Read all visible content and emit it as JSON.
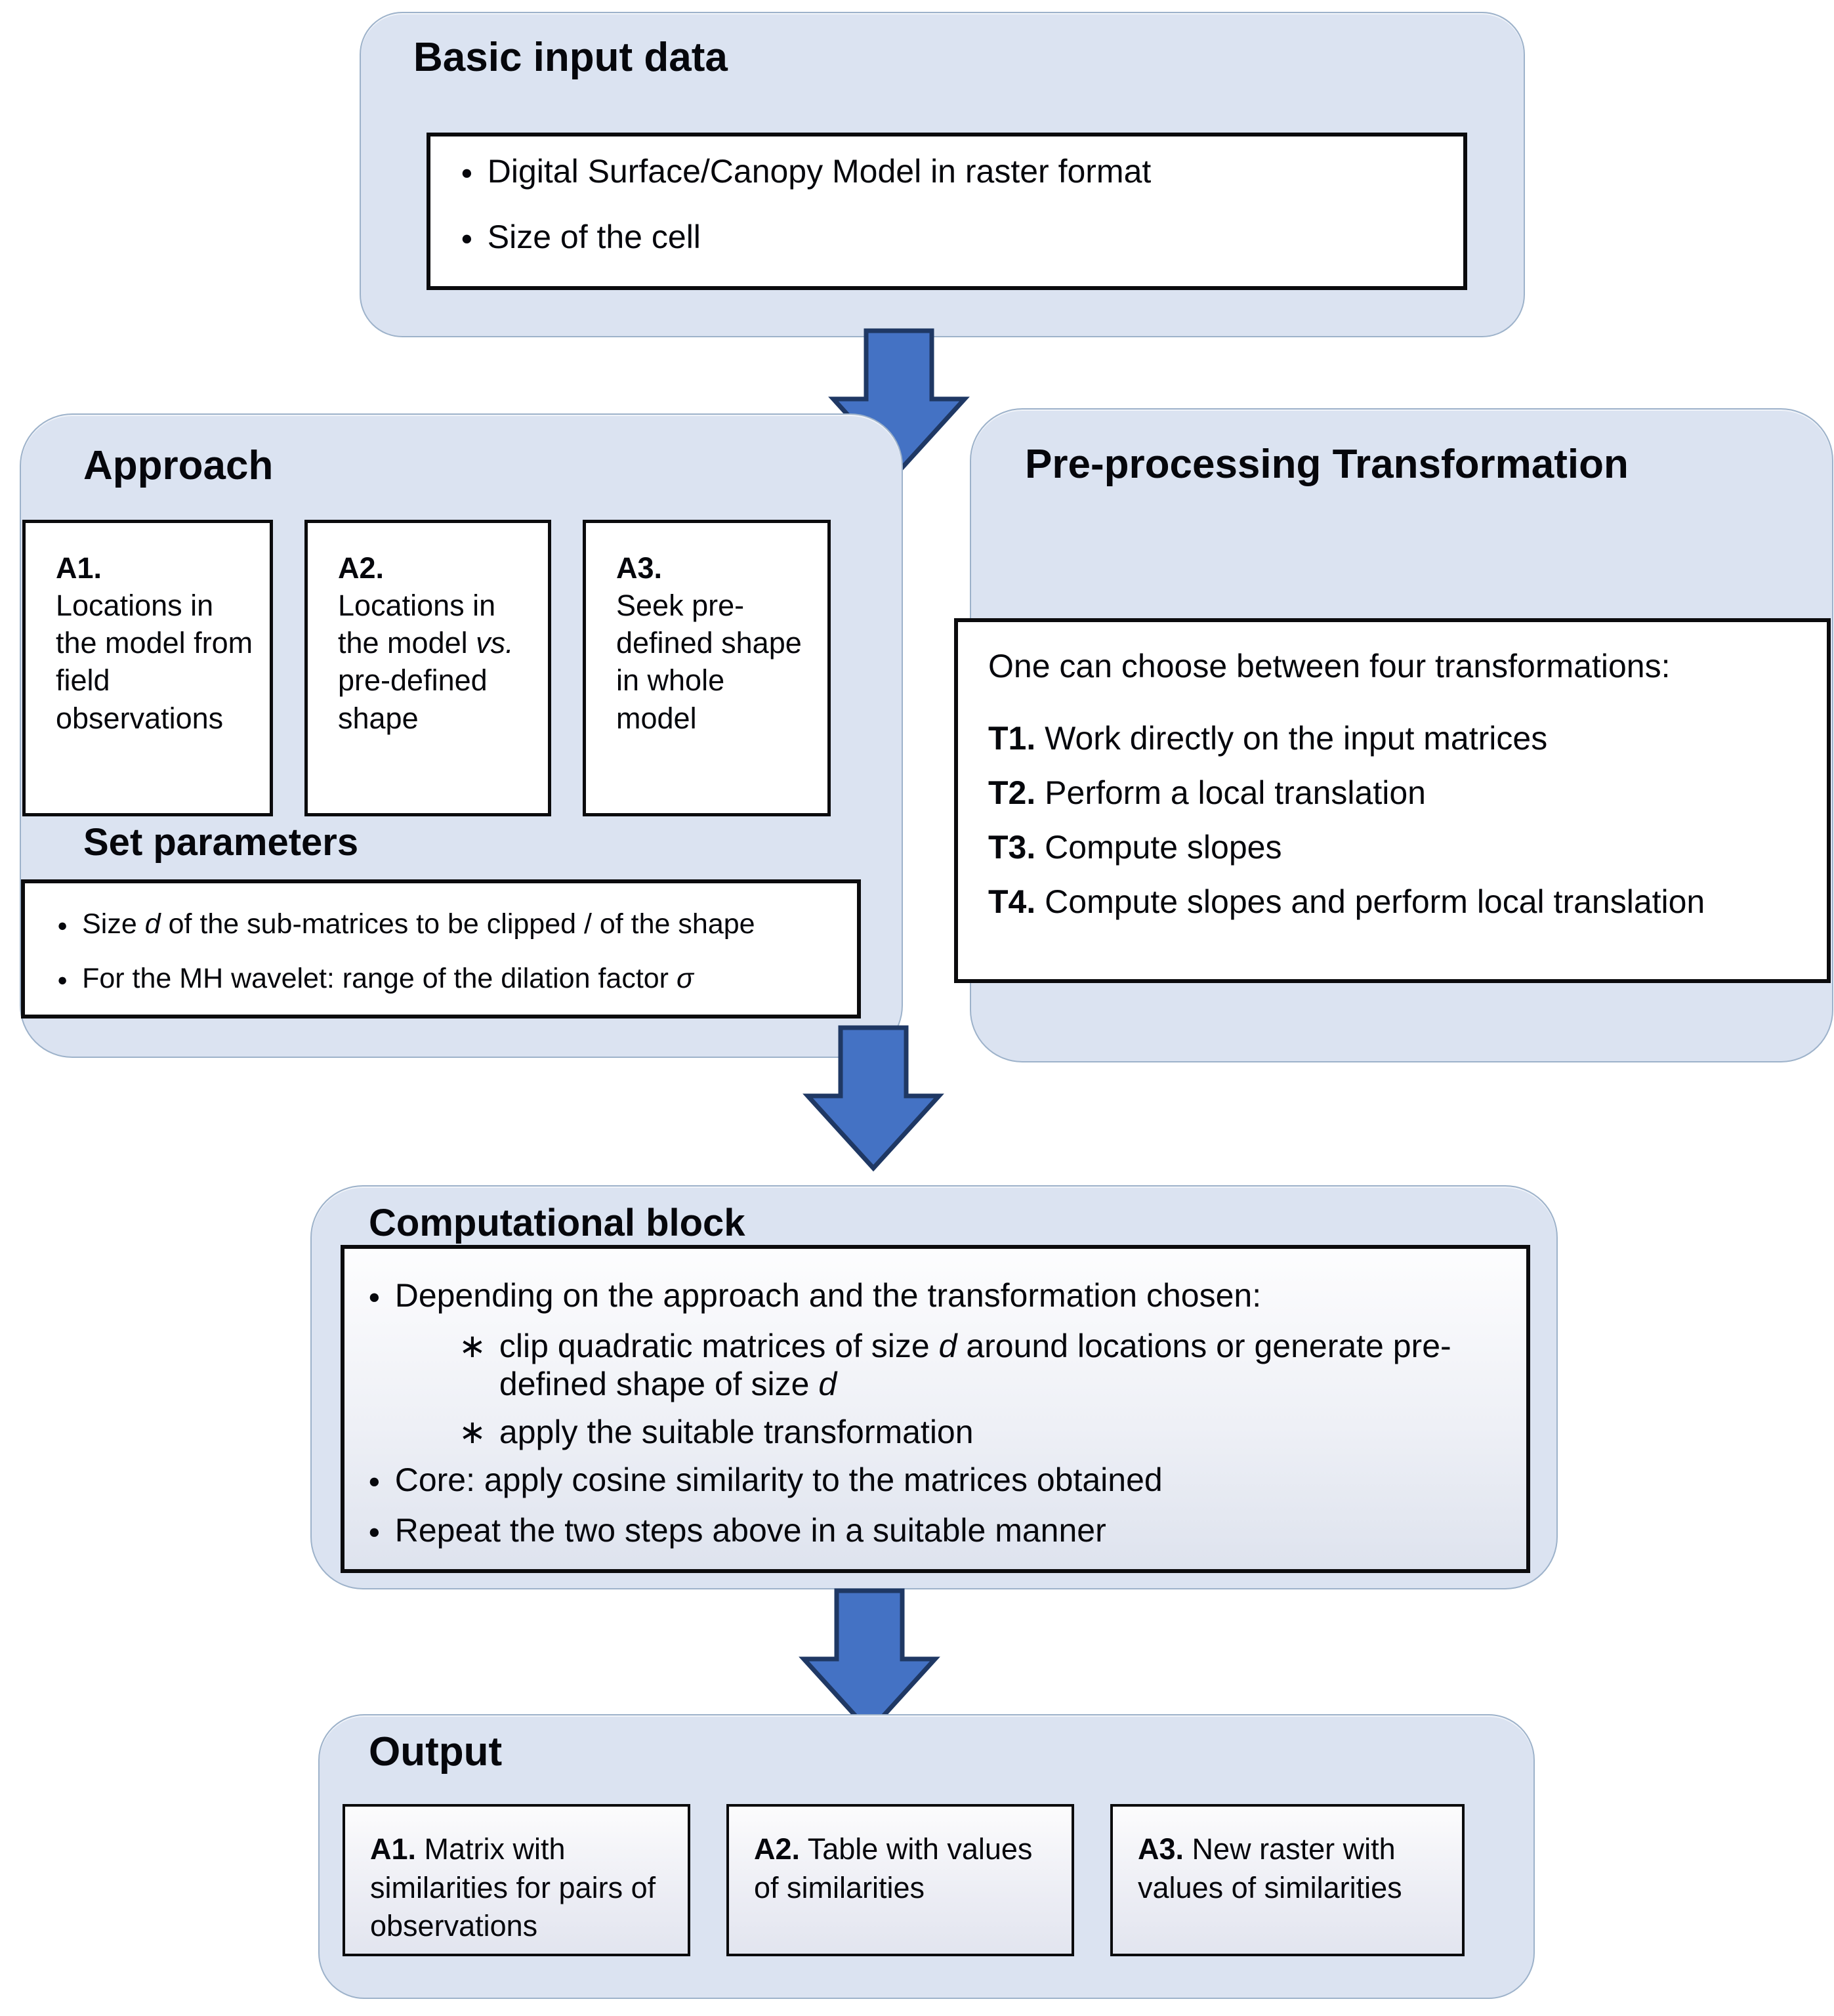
{
  "markers": {
    "dot": "●",
    "star": "∗"
  },
  "colors": {
    "panel_fill": "#dbe3f1",
    "panel_border": "#9db2ca",
    "arrow_fill": "#4472c4",
    "arrow_border": "#1f3864"
  },
  "basic_input": {
    "title": "Basic input data",
    "bullets": [
      "Digital Surface/Canopy Model in raster format",
      "Size of the cell"
    ]
  },
  "approach": {
    "title": "Approach",
    "cards": [
      {
        "label": "A1.",
        "segments": [
          {
            "t": "Locations in the model from field observations"
          }
        ]
      },
      {
        "label": "A2.",
        "segments": [
          {
            "t": "Locations in the model "
          },
          {
            "t": "vs.",
            "i": true
          },
          {
            "t": " pre-defined shape"
          }
        ]
      },
      {
        "label": "A3.",
        "segments": [
          {
            "t": "Seek pre-defined shape in whole model"
          }
        ]
      }
    ],
    "set_parameters_title": "Set parameters",
    "parameter_bullets": [
      [
        {
          "t": "Size "
        },
        {
          "t": "d",
          "i": true
        },
        {
          "t": " of the sub-matrices to be clipped / of the shape"
        }
      ],
      [
        {
          "t": "For the MH wavelet: range of the dilation factor "
        },
        {
          "t": "σ",
          "i": true
        }
      ]
    ]
  },
  "preprocessing": {
    "title": "Pre-processing Transformation",
    "intro": "One can choose between four transformations:",
    "items": [
      {
        "label": "T1.",
        "text": "Work directly on the input matrices"
      },
      {
        "label": "T2.",
        "text": "Perform a local translation"
      },
      {
        "label": "T3.",
        "text": "Compute slopes"
      },
      {
        "label": "T4.",
        "text": "Compute slopes and perform local translation"
      }
    ]
  },
  "computational": {
    "title": "Computational block",
    "bullets": [
      {
        "level": 1,
        "segments": [
          {
            "t": "Depending on the approach and the transformation chosen:"
          }
        ]
      },
      {
        "level": 2,
        "segments": [
          {
            "t": "clip quadratic matrices of size "
          },
          {
            "t": "d",
            "i": true
          },
          {
            "t": " around locations or generate pre-defined shape of size "
          },
          {
            "t": "d",
            "i": true
          }
        ]
      },
      {
        "level": 2,
        "segments": [
          {
            "t": "apply the suitable transformation"
          }
        ]
      },
      {
        "level": 1,
        "segments": [
          {
            "t": "Core: apply cosine similarity to the matrices obtained"
          }
        ]
      },
      {
        "level": 1,
        "segments": [
          {
            "t": "Repeat the two steps above in a suitable manner"
          }
        ]
      }
    ]
  },
  "output": {
    "title": "Output",
    "cards": [
      {
        "label": "A1.",
        "text": "Matrix with similarities for pairs of observations"
      },
      {
        "label": "A2.",
        "text": "Table with values of similarities"
      },
      {
        "label": "A3.",
        "text": "New raster with values of similarities"
      }
    ]
  }
}
